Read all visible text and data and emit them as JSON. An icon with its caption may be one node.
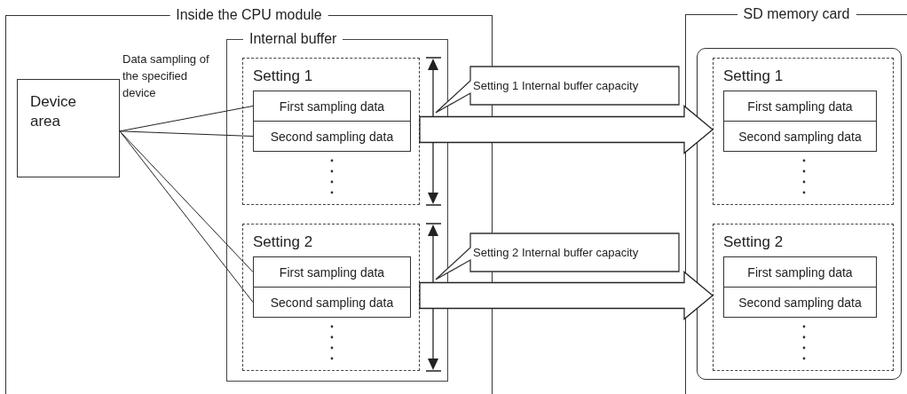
{
  "diagram": {
    "nodes": [
      {
        "text": [
          "Inside the CPU module"
        ]
      },
      {
        "text": [
          "Device area"
        ],
        "in": 0
      },
      {
        "text": [
          "Internal buffer"
        ],
        "in": 0
      },
      {
        "text": [
          "Setting 1"
        ],
        "in": 2
      },
      {
        "text": [
          "First sampling data"
        ],
        "in": 3
      },
      {
        "text": [
          "Second sampling data"
        ],
        "in": 3
      },
      {
        "text": [
          "Setting 2"
        ],
        "in": 2
      },
      {
        "text": [
          "First sampling data"
        ],
        "in": 6
      },
      {
        "text": [
          "Second sampling data"
        ],
        "in": 6
      },
      {
        "text": [
          "Setting 1 Internal buffer capacity"
        ]
      },
      {
        "text": [
          "Setting 2 Internal buffer capacity"
        ]
      },
      {
        "text": [
          "SD memory card"
        ]
      },
      {
        "text": [],
        "shape": "box",
        "in": 11
      },
      {
        "text": [
          "Setting 1"
        ],
        "in": 12
      },
      {
        "text": [
          "First sampling data"
        ],
        "in": 13
      },
      {
        "text": [
          "Second sampling data"
        ],
        "in": 13
      },
      {
        "text": [
          "Setting 2"
        ],
        "in": 12
      },
      {
        "text": [
          "First sampling data"
        ],
        "in": 16
      },
      {
        "text": [
          "Second sampling data"
        ],
        "in": 16
      }
    ],
    "edges": [
      {
        "from": 1,
        "to": 4,
        "arrow": "none"
      },
      {
        "from": 1,
        "to": 5,
        "arrow": "none"
      },
      {
        "from": 1,
        "to": 7,
        "arrow": "none"
      },
      {
        "from": 1,
        "to": 8,
        "arrow": "none"
      },
      {
        "from": 3,
        "to": 13,
        "arrow": "to",
        "style": "thick"
      },
      {
        "from": 6,
        "to": 16,
        "arrow": "to",
        "style": "thick"
      }
    ],
    "labels": [
      "Data sampling of the specified device"
    ]
  }
}
